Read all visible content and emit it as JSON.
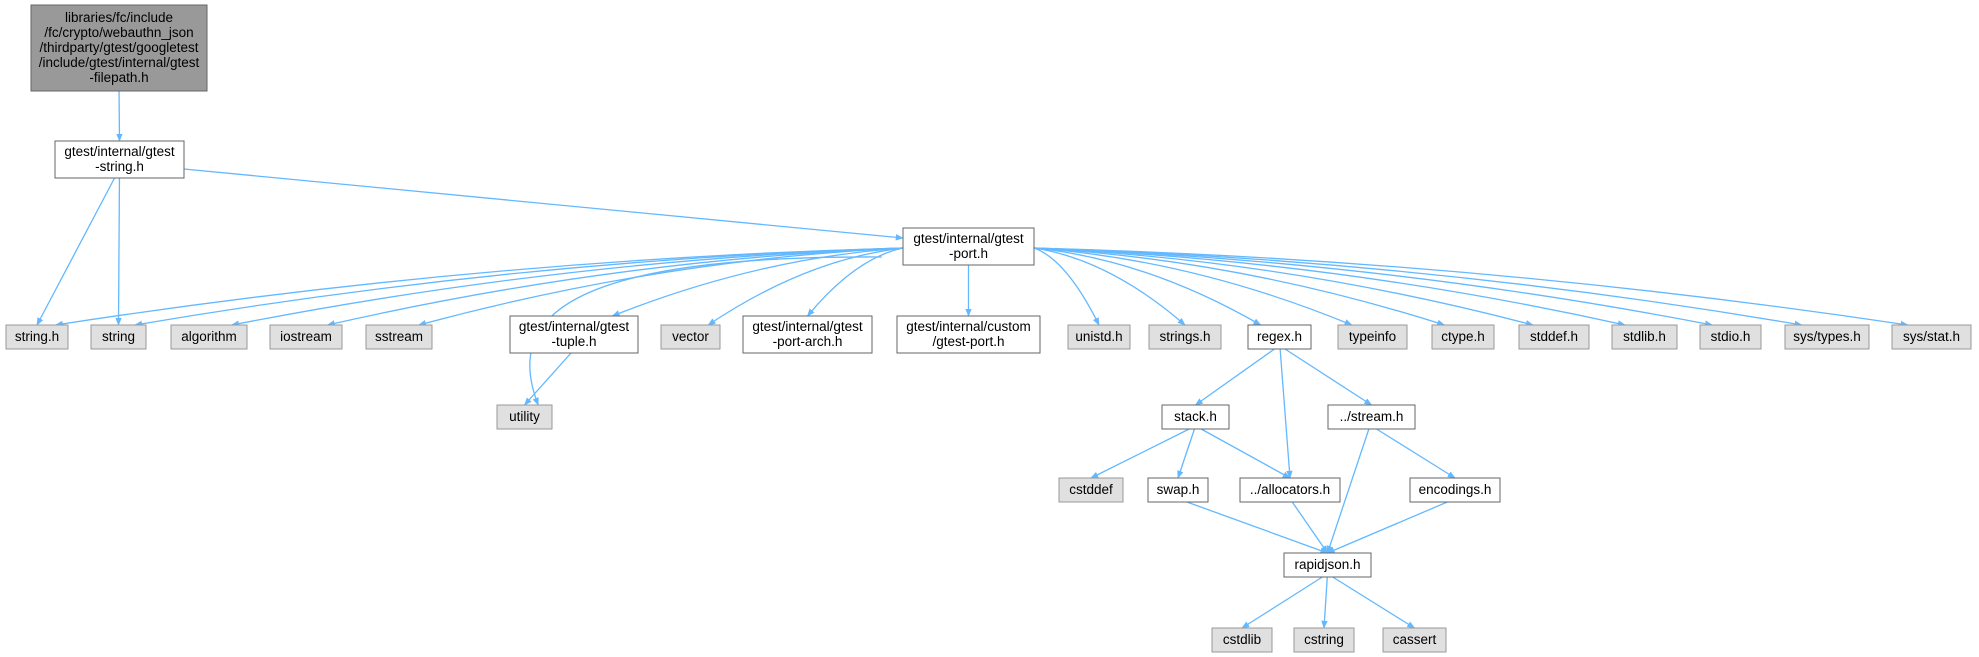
{
  "graph": {
    "colors": {
      "edge": "#63b8ff",
      "root_fill": "#999999",
      "root_stroke": "#666666",
      "node_fill": "#ffffff",
      "node_stroke": "#666666",
      "external_fill": "#e0e0e0",
      "external_stroke": "#999999"
    },
    "nodes": {
      "root": {
        "lines": [
          "libraries/fc/include",
          "/fc/crypto/webauthn_json",
          "/thirdparty/gtest/googletest",
          "/include/gtest/internal/gtest",
          "-filepath.h"
        ],
        "kind": "root"
      },
      "gstring": {
        "lines": [
          "gtest/internal/gtest",
          "-string.h"
        ],
        "kind": "local"
      },
      "gport": {
        "lines": [
          "gtest/internal/gtest",
          "-port.h"
        ],
        "kind": "local"
      },
      "string_h": {
        "lines": [
          "string.h"
        ],
        "kind": "external"
      },
      "string": {
        "lines": [
          "string"
        ],
        "kind": "external"
      },
      "algorithm": {
        "lines": [
          "algorithm"
        ],
        "kind": "external"
      },
      "iostream": {
        "lines": [
          "iostream"
        ],
        "kind": "external"
      },
      "sstream": {
        "lines": [
          "sstream"
        ],
        "kind": "external"
      },
      "tuple": {
        "lines": [
          "gtest/internal/gtest",
          "-tuple.h"
        ],
        "kind": "local"
      },
      "vector": {
        "lines": [
          "vector"
        ],
        "kind": "external"
      },
      "portarch": {
        "lines": [
          "gtest/internal/gtest",
          "-port-arch.h"
        ],
        "kind": "local"
      },
      "custom": {
        "lines": [
          "gtest/internal/custom",
          "/gtest-port.h"
        ],
        "kind": "local"
      },
      "unistd": {
        "lines": [
          "unistd.h"
        ],
        "kind": "external"
      },
      "strings_h": {
        "lines": [
          "strings.h"
        ],
        "kind": "external"
      },
      "regex": {
        "lines": [
          "regex.h"
        ],
        "kind": "local"
      },
      "typeinfo": {
        "lines": [
          "typeinfo"
        ],
        "kind": "external"
      },
      "ctype": {
        "lines": [
          "ctype.h"
        ],
        "kind": "external"
      },
      "stddef": {
        "lines": [
          "stddef.h"
        ],
        "kind": "external"
      },
      "stdlib": {
        "lines": [
          "stdlib.h"
        ],
        "kind": "external"
      },
      "stdio": {
        "lines": [
          "stdio.h"
        ],
        "kind": "external"
      },
      "systypes": {
        "lines": [
          "sys/types.h"
        ],
        "kind": "external"
      },
      "sysstat": {
        "lines": [
          "sys/stat.h"
        ],
        "kind": "external"
      },
      "utility": {
        "lines": [
          "utility"
        ],
        "kind": "external"
      },
      "stack": {
        "lines": [
          "stack.h"
        ],
        "kind": "local"
      },
      "stream": {
        "lines": [
          "../stream.h"
        ],
        "kind": "local"
      },
      "cstddef": {
        "lines": [
          "cstddef"
        ],
        "kind": "external"
      },
      "swap": {
        "lines": [
          "swap.h"
        ],
        "kind": "local"
      },
      "allocators": {
        "lines": [
          "../allocators.h"
        ],
        "kind": "local"
      },
      "encodings": {
        "lines": [
          "encodings.h"
        ],
        "kind": "local"
      },
      "rapidjson": {
        "lines": [
          "rapidjson.h"
        ],
        "kind": "local"
      },
      "cstdlib": {
        "lines": [
          "cstdlib"
        ],
        "kind": "external"
      },
      "cstring": {
        "lines": [
          "cstring"
        ],
        "kind": "external"
      },
      "cassert": {
        "lines": [
          "cassert"
        ],
        "kind": "external"
      }
    },
    "edges": [
      [
        "root",
        "gstring"
      ],
      [
        "gstring",
        "string_h"
      ],
      [
        "gstring",
        "string"
      ],
      [
        "gstring",
        "gport"
      ],
      [
        "gport",
        "string_h"
      ],
      [
        "gport",
        "string"
      ],
      [
        "gport",
        "algorithm"
      ],
      [
        "gport",
        "iostream"
      ],
      [
        "gport",
        "sstream"
      ],
      [
        "gport",
        "utility"
      ],
      [
        "gport",
        "tuple"
      ],
      [
        "gport",
        "vector"
      ],
      [
        "gport",
        "portarch"
      ],
      [
        "gport",
        "custom"
      ],
      [
        "gport",
        "unistd"
      ],
      [
        "gport",
        "strings_h"
      ],
      [
        "gport",
        "regex"
      ],
      [
        "gport",
        "typeinfo"
      ],
      [
        "gport",
        "ctype"
      ],
      [
        "gport",
        "stddef"
      ],
      [
        "gport",
        "stdlib"
      ],
      [
        "gport",
        "stdio"
      ],
      [
        "gport",
        "systypes"
      ],
      [
        "gport",
        "sysstat"
      ],
      [
        "tuple",
        "utility"
      ],
      [
        "regex",
        "stack"
      ],
      [
        "regex",
        "allocators"
      ],
      [
        "regex",
        "stream"
      ],
      [
        "stack",
        "cstddef"
      ],
      [
        "stack",
        "swap"
      ],
      [
        "stack",
        "allocators"
      ],
      [
        "stream",
        "encodings"
      ],
      [
        "stream",
        "rapidjson"
      ],
      [
        "swap",
        "rapidjson"
      ],
      [
        "allocators",
        "rapidjson"
      ],
      [
        "encodings",
        "rapidjson"
      ],
      [
        "rapidjson",
        "cstdlib"
      ],
      [
        "rapidjson",
        "cstring"
      ],
      [
        "rapidjson",
        "cassert"
      ]
    ]
  }
}
